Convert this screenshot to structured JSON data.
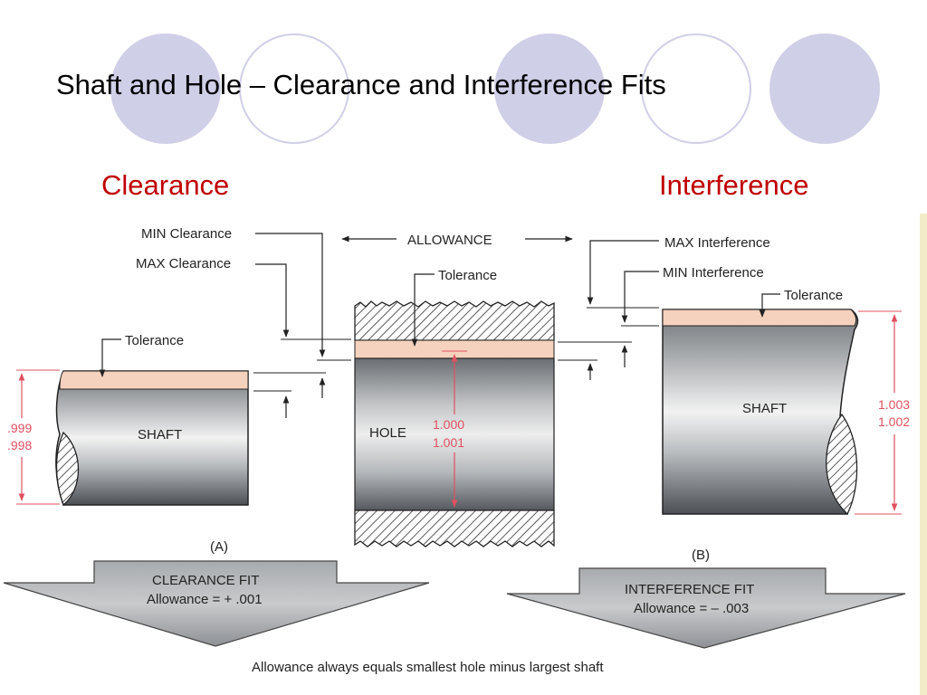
{
  "slide": {
    "title": "Shaft and Hole – Clearance and Interference Fits",
    "left_heading": "Clearance",
    "right_heading": "Interference"
  },
  "colors": {
    "heading": "#c00000",
    "decorative_circle": "#cfcfe8",
    "tolerance_band": "#f5d2bd",
    "dimension_red": "#e05060",
    "metal_dark": "#707478"
  },
  "labels": {
    "min_clearance": "MIN Clearance",
    "max_clearance": "MAX Clearance",
    "allowance": "ALLOWANCE",
    "tolerance": "Tolerance",
    "max_interference": "MAX Interference",
    "min_interference": "MIN Interference",
    "shaft": "SHAFT",
    "hole": "HOLE",
    "figure_a": "(A)",
    "figure_b": "(B)"
  },
  "dimensions": {
    "clearance_shaft": [
      ".999",
      ".998"
    ],
    "hole": [
      "1.000",
      "1.001"
    ],
    "interference_shaft": [
      "1.003",
      "1.002"
    ]
  },
  "fits": {
    "clearance": {
      "name": "CLEARANCE FIT",
      "allowance": "Allowance = + .001"
    },
    "interference": {
      "name": "INTERFERENCE FIT",
      "allowance": "Allowance = – .003"
    }
  },
  "footnote": "Allowance always equals smallest hole minus largest shaft"
}
